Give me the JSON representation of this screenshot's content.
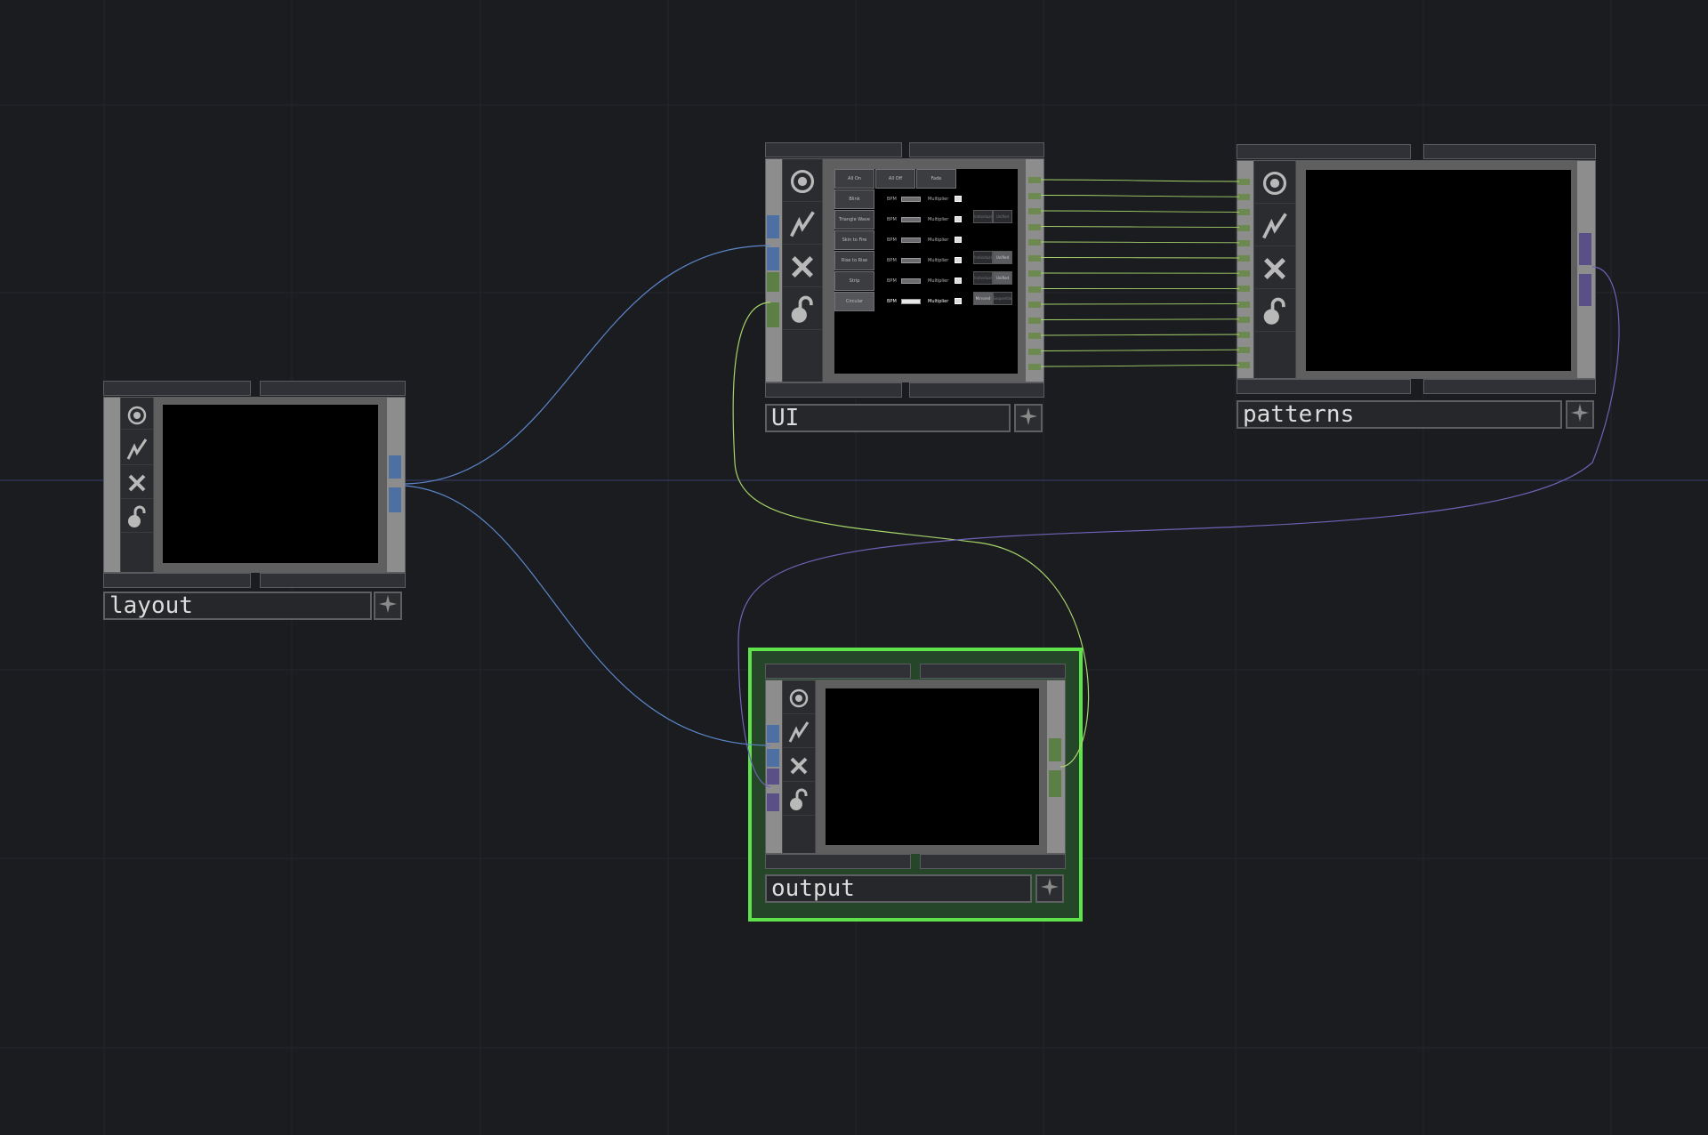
{
  "nodes": {
    "layout": {
      "name": "layout"
    },
    "ui": {
      "name": "UI"
    },
    "patterns": {
      "name": "patterns"
    },
    "output": {
      "name": "output",
      "selected": true
    }
  },
  "ui_panel": {
    "top_buttons": [
      "All On",
      "All Off",
      "Fade"
    ],
    "rows": [
      {
        "button": "Blink",
        "bpm_label": "BPM",
        "multiplier_label": "Multiplier",
        "seg": []
      },
      {
        "button": "Triangle Wave",
        "bpm_label": "BPM",
        "multiplier_label": "Multiplier",
        "seg": [
          "Individual",
          "Unified"
        ]
      },
      {
        "button": "Skin to Fire",
        "bpm_label": "BPM",
        "multiplier_label": "Multiplier",
        "seg": []
      },
      {
        "button": "Rise to Rise",
        "bpm_label": "BPM",
        "multiplier_label": "Multiplier",
        "seg": [
          "Individual",
          "Unified"
        ]
      },
      {
        "button": "Strip",
        "bpm_label": "BPM",
        "multiplier_label": "Multiplier",
        "seg": [
          "Individual",
          "Unified"
        ]
      },
      {
        "button": "Circular",
        "bpm_label": "BPM",
        "multiplier_label": "Multiplier",
        "seg": [
          "Mirrored",
          "Sequential"
        ],
        "active": true
      }
    ]
  },
  "colors": {
    "background": "#1b1c20",
    "wire_blue": "#5b86c9",
    "wire_green": "#a6d46a",
    "wire_purple": "#6f63b8",
    "selection": "#5ee34a"
  },
  "icons": [
    "target-icon",
    "lightning-icon",
    "close-icon",
    "lock-open-icon",
    "star-icon"
  ]
}
